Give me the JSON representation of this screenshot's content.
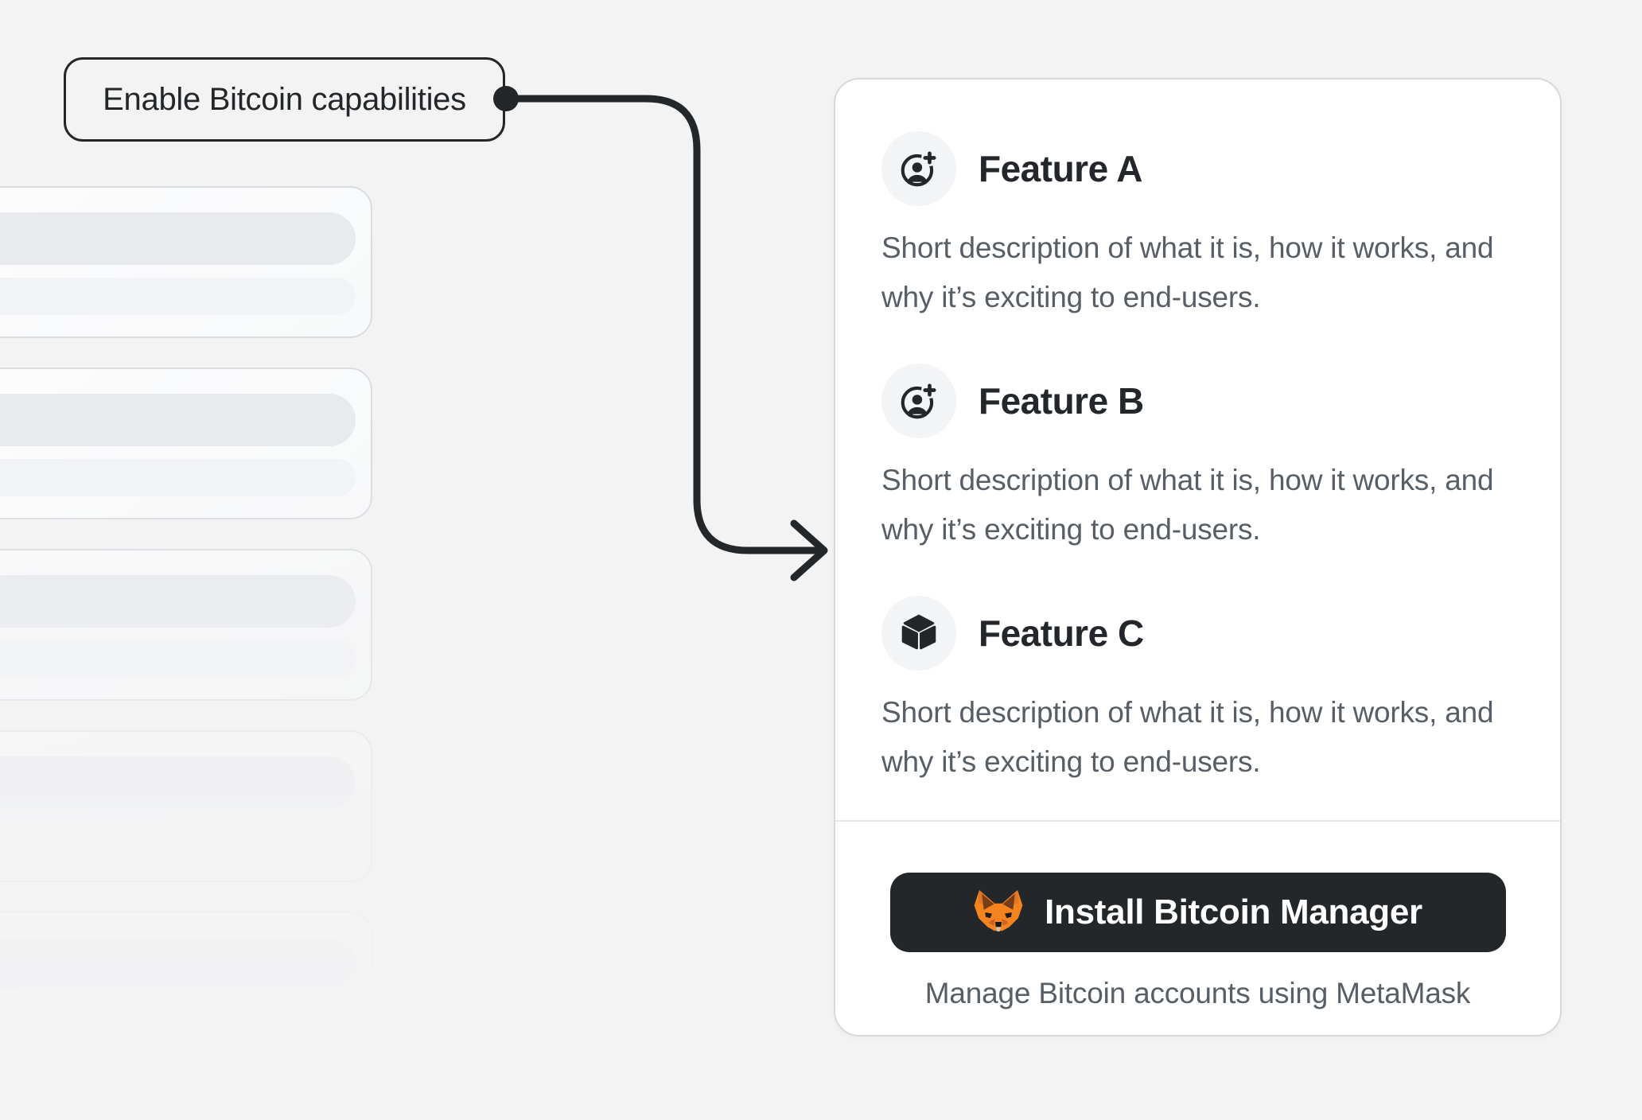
{
  "callout": {
    "label": "Enable Bitcoin capabilities"
  },
  "card": {
    "features": [
      {
        "title": "Feature A",
        "icon": "user-plus-icon",
        "description": "Short description of what it is, how it works, and why it’s exciting to end-users."
      },
      {
        "title": "Feature B",
        "icon": "user-plus-icon",
        "description": "Short description of what it is, how it works, and why it’s exciting to end-users."
      },
      {
        "title": "Feature C",
        "icon": "cube-icon",
        "description": "Short description of what it is, how it works, and why it’s exciting to end-users."
      }
    ],
    "install_button_label": "Install Bitcoin Manager",
    "install_button_icon": "metamask-fox-icon",
    "caption": "Manage Bitcoin accounts using MetaMask"
  },
  "skeleton": {
    "cards": [
      {
        "opacity": 1
      },
      {
        "opacity": 1
      },
      {
        "opacity": 0.95
      },
      {
        "opacity": 0.85
      },
      {
        "opacity": 0.7
      }
    ]
  },
  "colors": {
    "background": "#f3f3f4",
    "ink": "#24272a",
    "text_gray": "#575e66",
    "card_border": "#d6d9dc",
    "accent_orange": "#f5841f",
    "button_bg": "#24272a"
  }
}
